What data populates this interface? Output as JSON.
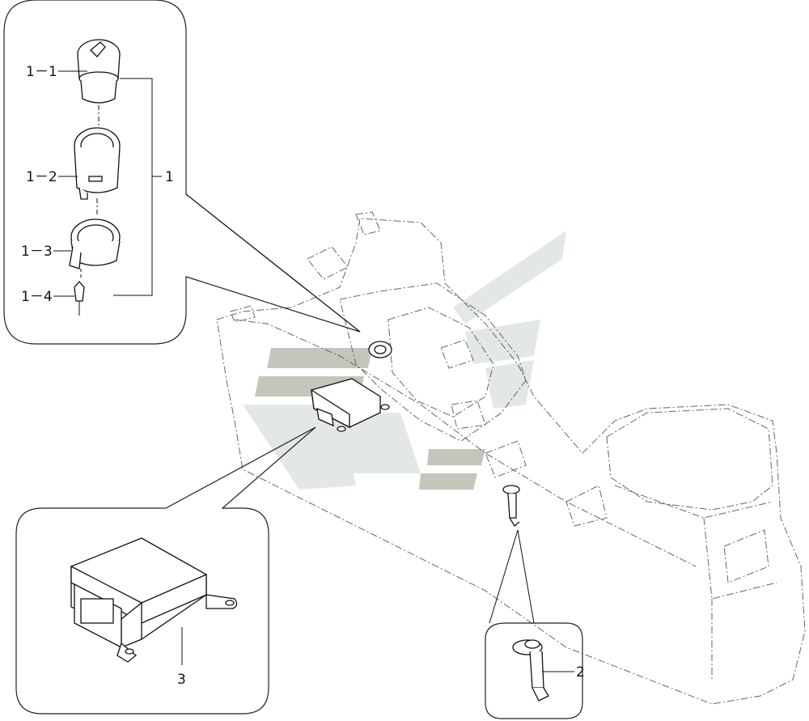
{
  "labels": {
    "l1_1": "1－1",
    "l1_2": "1－2",
    "l1_3": "1－3",
    "l1_4": "1－4",
    "l1": "1",
    "l2": "2",
    "l3": "3"
  },
  "colors": {
    "line": "#111111",
    "dashed_body": "#666666",
    "watermark_gray": "#b9bdb0",
    "watermark_light": "#dfe3e3"
  }
}
